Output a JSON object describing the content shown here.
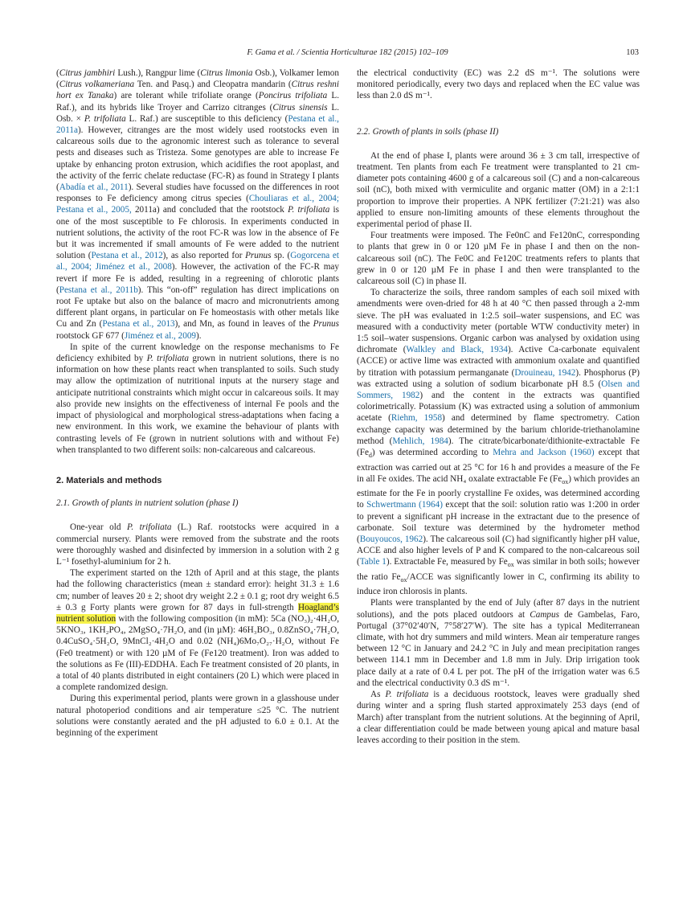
{
  "header": {
    "citation": "F. Gama et al. / Scientia Horticulturae 182 (2015) 102–109",
    "page_number": "103"
  },
  "left": {
    "para1": [
      {
        "t": "("
      },
      {
        "t": "Citrus jambhiri",
        "i": true
      },
      {
        "t": " Lush.), Rangpur lime ("
      },
      {
        "t": "Citrus limonia",
        "i": true
      },
      {
        "t": " Osb.), Volkamer lemon ("
      },
      {
        "t": "Citrus volkameriana",
        "i": true
      },
      {
        "t": " Ten. and Pasq.) and Cleopatra mandarin ("
      },
      {
        "t": "Citrus reshni hort ex Tanaka",
        "i": true
      },
      {
        "t": ") are tolerant while trifoliate orange ("
      },
      {
        "t": "Poncirus trifoliata",
        "i": true
      },
      {
        "t": " L. Raf.), and its hybrids like Troyer and Carrizo citranges ("
      },
      {
        "t": "Citrus sinensis",
        "i": true
      },
      {
        "t": " L. Osb. × "
      },
      {
        "t": "P. trifoliata",
        "i": true
      },
      {
        "t": " L. Raf.) are susceptible to this deficiency ("
      },
      {
        "t": "Pestana et al., 2011a",
        "ref": true
      },
      {
        "t": "). However, citranges are the most widely used rootstocks even in calcareous soils due to the agronomic interest such as tolerance to several pests and diseases such as Tristeza. Some genotypes are able to increase Fe uptake by enhancing proton extrusion, which acidifies the root apoplast, and the activity of the ferric chelate reductase (FC-R) as found in Strategy I plants ("
      },
      {
        "t": "Abadía et al., 2011",
        "ref": true
      },
      {
        "t": "). Several studies have focussed on the differences in root responses to Fe deficiency among citrus species ("
      },
      {
        "t": "Chouliaras et al., 2004; Pestana et al., 2005,",
        "ref": true
      },
      {
        "t": " 2011a) and concluded that the rootstock "
      },
      {
        "t": "P. trifoliata",
        "i": true
      },
      {
        "t": " is one of the most susceptible to Fe chlorosis. In experiments conducted in nutrient solutions, the activity of the root FC-R was low in the absence of Fe but it was incremented if small amounts of Fe were added to the nutrient solution ("
      },
      {
        "t": "Pestana et al., 2012",
        "ref": true
      },
      {
        "t": "), as also reported for "
      },
      {
        "t": "Prunus",
        "i": true
      },
      {
        "t": " sp. ("
      },
      {
        "t": "Gogorcena et al., 2004; Jiménez et al., 2008",
        "ref": true
      },
      {
        "t": "). However, the activation of the FC-R may revert if more Fe is added, resulting in a regreening of chlorotic plants ("
      },
      {
        "t": "Pestana et al., 2011b",
        "ref": true
      },
      {
        "t": "). This “on-off” regulation has direct implications on root Fe uptake but also on the balance of macro and micronutrients among different plant organs, in particular on Fe homeostasis with other metals like Cu and Zn ("
      },
      {
        "t": "Pestana et al., 2013",
        "ref": true
      },
      {
        "t": "), and Mn, as found in leaves of the "
      },
      {
        "t": "Prunus",
        "i": true
      },
      {
        "t": " rootstock GF 677 ("
      },
      {
        "t": "Jiménez et al., 2009",
        "ref": true
      },
      {
        "t": ")."
      }
    ],
    "para2": [
      {
        "t": "In spite of the current knowledge on the response mechanisms to Fe deficiency exhibited by "
      },
      {
        "t": "P. trifoliata",
        "i": true
      },
      {
        "t": " grown in nutrient solutions, there is no information on how these plants react when transplanted to soils. Such study may allow the optimization of nutritional inputs at the nursery stage and anticipate nutritional constraints which might occur in calcareous soils. It may also provide new insights on the effectiveness of internal Fe pools and the impact of physiological and morphological stress-adaptations when facing a new environment. In this work, we examine the behaviour of plants with contrasting levels of Fe (grown in nutrient solutions with and without Fe) when transplanted to two different soils: non-calcareous and calcareous."
      }
    ],
    "section2_title": "2.  Materials and methods",
    "subsection21_title": "2.1.  Growth of plants in nutrient solution (phase I)",
    "para3": [
      {
        "t": "One-year old "
      },
      {
        "t": "P. trifoliata",
        "i": true
      },
      {
        "t": " (L.) Raf. rootstocks were acquired in a commercial nursery. Plants were removed from the substrate and the roots were thoroughly washed and disinfected by immersion in a solution with 2 g L⁻¹ fosethyl-aluminium for 2 h."
      }
    ],
    "para4": [
      {
        "t": "The experiment started on the 12th of April and at this stage, the plants had the following characteristics (mean ± standard error): height 31.3 ± 1.6 cm; number of leaves 20 ± 2; shoot dry weight 2.2 ± 0.1 g; root dry weight 6.5 ± 0.3 g Forty plants were grown for 87 days in full-strength "
      },
      {
        "t": "Hoagland’s nutrient solution",
        "hl": true
      },
      {
        "t": " with the following composition (in mM): 5Ca (NO₃)₂·4H₂O, 5KNO₃, 1KH₂PO₄, 2MgSO₄·7H₂O, and (in µM): 46H₃BO₃, 0.8ZnSO₄·7H₂O, 0.4CuSO₄·5H₂O, 9MnCl₂·4H₂O and 0.02 (NH₄)6Mo₇O₂₇·H₂O, without Fe (Fe0 treatment) or with 120 µM of Fe (Fe120 treatment). Iron was added to the solutions as Fe (III)-EDDHA. Each Fe treatment consisted of 20 plants, in a total of 40 plants distributed in eight containers (20 L) which were placed in a complete randomized design."
      }
    ],
    "para5": [
      {
        "t": "During this experimental period, plants were grown in a glasshouse under natural photoperiod conditions and air temperature ≤25 °C. The nutrient solutions were constantly aerated and the pH adjusted to 6.0 ± 0.1. At the beginning of the experiment"
      }
    ]
  },
  "right": {
    "para1": [
      {
        "t": "the electrical conductivity (EC) was 2.2 dS m⁻¹. The solutions were monitored periodically, every two days and replaced when the EC value was less than 2.0 dS m⁻¹."
      }
    ],
    "subsection22_title": "2.2.  Growth of plants in soils (phase II)",
    "para2": [
      {
        "t": "At the end of phase I, plants were around 36 ± 3 cm tall, irrespective of treatment. Ten plants from each Fe treatment were transplanted to 21 cm-diameter pots containing 4600 g of a calcareous soil (C) and a non-calcareous soil (nC), both mixed with vermiculite and organic matter (OM) in a 2:1:1 proportion to improve their properties. A NPK fertilizer (7:21:21) was also applied to ensure non-limiting amounts of these elements throughout the experimental period of phase II."
      }
    ],
    "para3": [
      {
        "t": "Four treatments were imposed. The Fe0nC and Fe120nC, corresponding to plants that grew in 0 or 120 µM Fe in phase I and then on the non-calcareous soil (nC). The Fe0C and Fe120C treatments refers to plants that grew in 0 or 120 µM Fe in phase I and then were transplanted to the calcareous soil (C) in phase II."
      }
    ],
    "para4": [
      {
        "t": "To characterize the soils, three random samples of each soil mixed with amendments were oven-dried for 48 h at 40 °C then passed through a 2-mm sieve. The pH was evaluated in 1:2.5 soil–water suspensions, and EC was measured with a conductivity meter (portable WTW conductivity meter) in 1:5 soil–water suspensions. Organic carbon was analysed by oxidation using dichromate ("
      },
      {
        "t": "Walkley and Black, 1934",
        "ref": true
      },
      {
        "t": "). Active Ca-carbonate equivalent (ACCE) or active lime was extracted with ammonium oxalate and quantified by titration with potassium permanganate ("
      },
      {
        "t": "Drouineau, 1942",
        "ref": true
      },
      {
        "t": "). Phosphorus (P) was extracted using a solution of sodium bicarbonate pH 8.5 ("
      },
      {
        "t": "Olsen and Sommers, 1982",
        "ref": true
      },
      {
        "t": ") and the content in the extracts was quantified colorimetrically. Potassium (K) was extracted using a solution of ammonium acetate ("
      },
      {
        "t": "Riehm, 1958",
        "ref": true
      },
      {
        "t": ") and determined by flame spectrometry. Cation exchange capacity was determined by the barium chloride-triethanolamine method ("
      },
      {
        "t": "Mehlich, 1984",
        "ref": true
      },
      {
        "t": "). The citrate/bicarbonate/dithionite-extractable Fe (Fe_d) was determined according to "
      },
      {
        "t": "Mehra and Jackson (1960)",
        "ref": true
      },
      {
        "t": " except that extraction was carried out at 25 °C for 16 h and provides a measure of the Fe in all Fe oxides. The acid NH₄ oxalate extractable Fe (Fe_ox) which provides an estimate for the Fe in poorly crystalline Fe oxides, was determined according to "
      },
      {
        "t": "Schwertmann (1964)",
        "ref": true
      },
      {
        "t": " except that the soil: solution ratio was 1:200 in order to prevent a significant pH increase in the extractant due to the presence of carbonate. Soil texture was determined by the hydrometer method ("
      },
      {
        "t": "Bouyoucos, 1962",
        "ref": true
      },
      {
        "t": "). The calcareous soil (C) had significantly higher pH value, ACCE and also higher levels of P and K compared to the non-calcareous soil ("
      },
      {
        "t": "Table 1",
        "ref": true
      },
      {
        "t": "). Extractable Fe, measured by Fe_ox was similar in both soils; however the ratio Fe_ox/ACCE was significantly lower in C, confirming its ability to induce iron chlorosis in plants."
      }
    ],
    "para5": [
      {
        "t": "Plants were transplanted by the end of July (after 87 days in the nutrient solutions), and the pots placed outdoors at "
      },
      {
        "t": "Campus",
        "i": true
      },
      {
        "t": " de Gambelas, Faro, Portugal (37°02′40′N, 7°58′27′W). The site has a typical Mediterranean climate, with hot dry summers and mild winters. Mean air temperature ranges between 12 °C in January and 24.2 °C in July and mean precipitation ranges between 114.1 mm in December and 1.8 mm in July. Drip irrigation took place daily at a rate of 0.4 L per pot. The pH of the irrigation water was 6.5 and the electrical conductivity 0.3 dS m⁻¹."
      }
    ],
    "para6": [
      {
        "t": "As "
      },
      {
        "t": "P. trifoliata",
        "i": true
      },
      {
        "t": " is a deciduous rootstock, leaves were gradually shed during winter and a spring flush started approximately 253 days (end of March) after transplant from the nutrient solutions. At the beginning of April, a clear differentiation could be made between young apical and mature basal leaves according to their position in the stem."
      }
    ]
  },
  "colors": {
    "text": "#231f20",
    "reference_link": "#1b6fa8",
    "highlight": "#f6f24a"
  }
}
